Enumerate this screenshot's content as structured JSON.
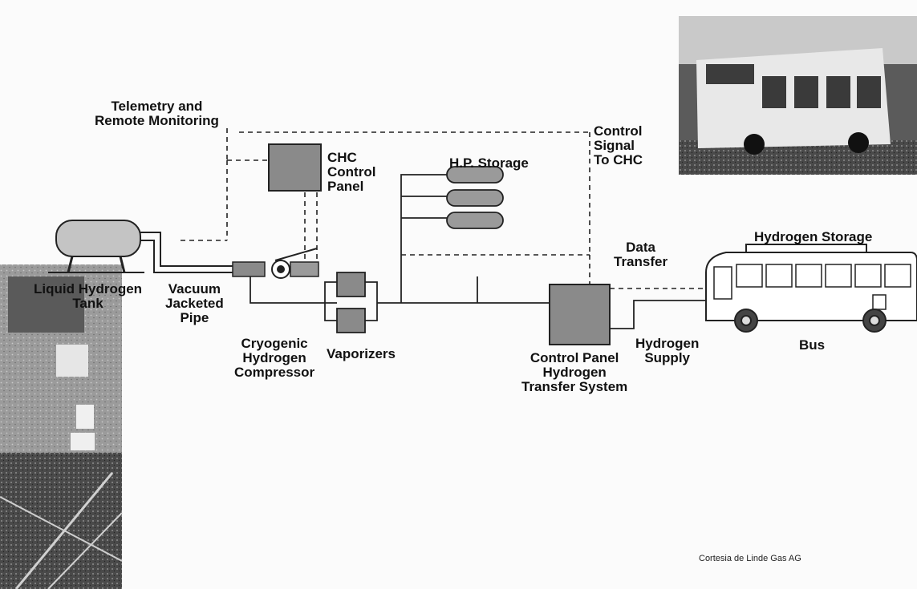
{
  "labels": {
    "telemetry": [
      "Telemetry and",
      "Remote Monitoring"
    ],
    "chc_panel": [
      "CHC",
      "Control",
      "Panel"
    ],
    "hp_storage": "H.P. Storage",
    "control_signal": [
      "Control",
      "Signal",
      "To CHC"
    ],
    "hydrogen_storage": "Hydrogen Storage",
    "data_transfer": [
      "Data",
      "Transfer"
    ],
    "lh2_tank": [
      "Liquid Hydrogen",
      "Tank"
    ],
    "vacuum_pipe": [
      "Vacuum",
      "Jacketed",
      "Pipe"
    ],
    "compressor": [
      "Cryogenic",
      "Hydrogen",
      "Compressor"
    ],
    "vaporizers": "Vaporizers",
    "control_panel": [
      "Control Panel",
      "Hydrogen",
      "Transfer System"
    ],
    "hydrogen_supply": [
      "Hydrogen",
      "Supply"
    ],
    "bus": "Bus"
  },
  "credit": "Cortesia de Linde Gas AG",
  "colors": {
    "equipment_fill": "#8a8a8a",
    "tank_fill": "#c4c4c4",
    "line": "#222222",
    "photo_dark": "#3a3a3a"
  }
}
